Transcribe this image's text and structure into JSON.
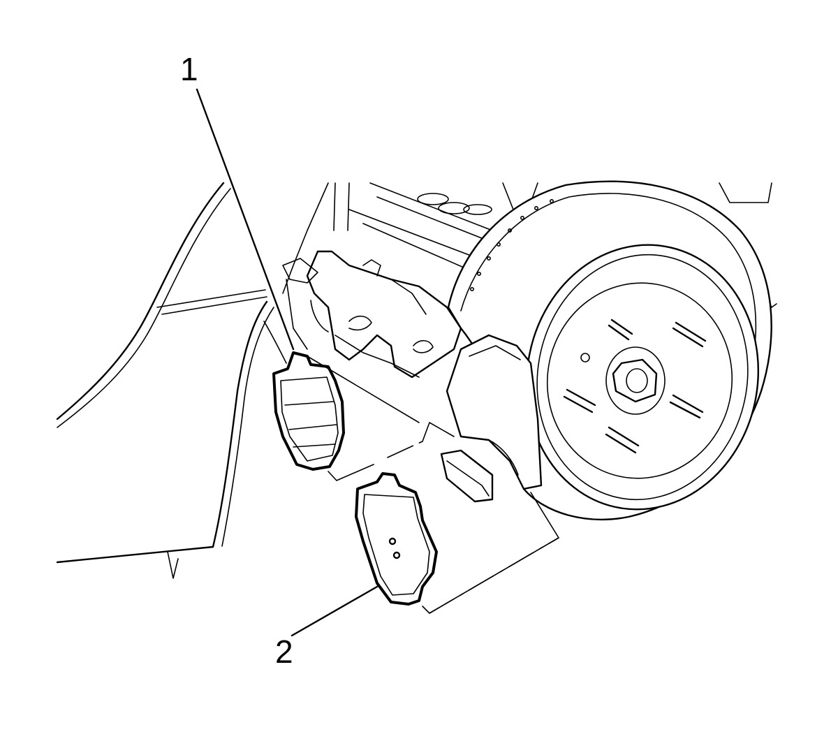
{
  "diagram": {
    "callouts": [
      {
        "id": "1",
        "label": "1",
        "target": "inner-brake-pad"
      },
      {
        "id": "2",
        "label": "2",
        "target": "outer-brake-pad"
      }
    ],
    "colors": {
      "line": "#000000",
      "background": "#ffffff"
    }
  }
}
